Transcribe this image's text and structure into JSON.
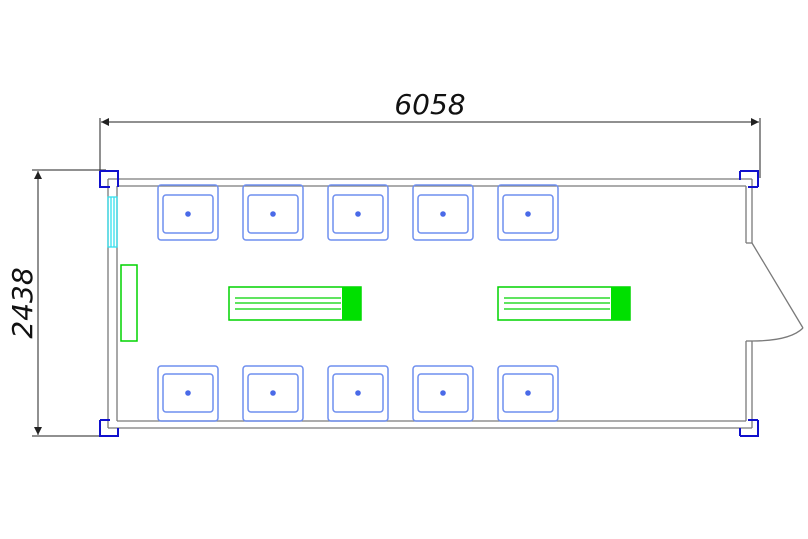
{
  "dimensions": {
    "length_label": "6058",
    "width_label": "2438"
  },
  "layout": {
    "washbasins_per_row": 5,
    "washbasin_rows": 2,
    "benches": 2
  },
  "colors": {
    "wall": "#7a7a7a",
    "corner_fitting": "#1010cc",
    "washbasin": "#6f8fef",
    "washbasin_drain": "#4a6ae8",
    "bench_outline": "#00d400",
    "bench_end": "#00e000",
    "window": "#33e0ee",
    "dimension_line": "#222222",
    "door": "#7a7a7a"
  }
}
